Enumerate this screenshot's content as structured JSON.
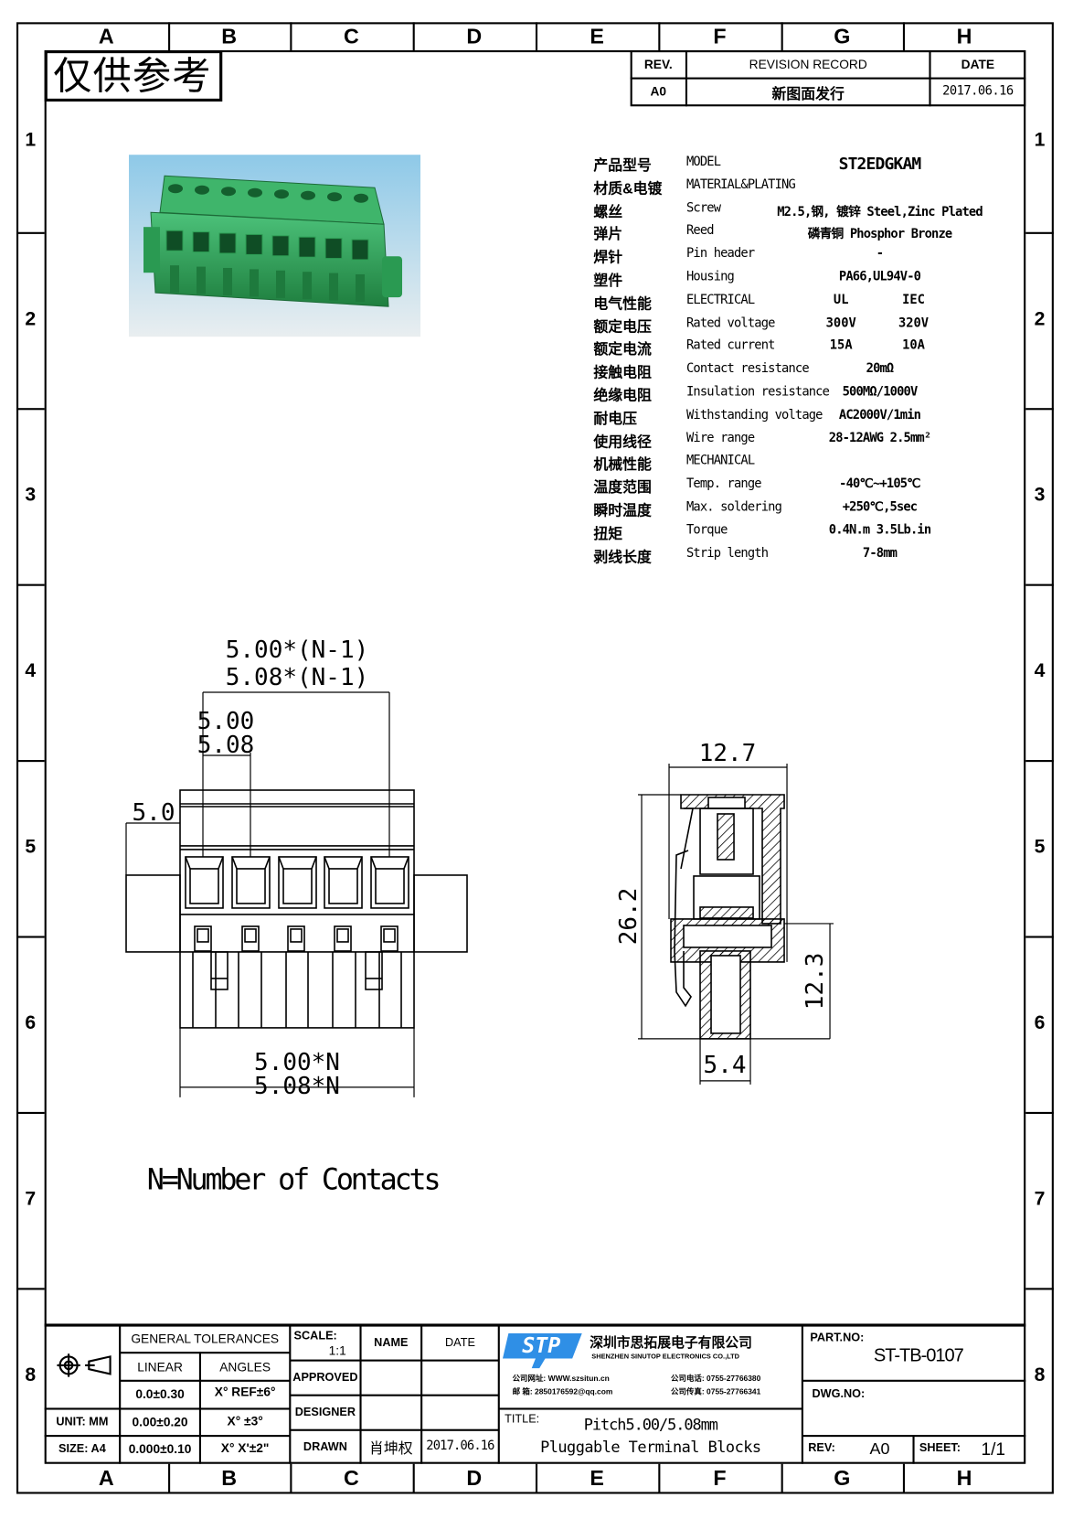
{
  "border": {
    "columns": [
      "A",
      "B",
      "C",
      "D",
      "E",
      "F",
      "G",
      "H"
    ],
    "rows": [
      "1",
      "2",
      "3",
      "4",
      "5",
      "6",
      "7",
      "8"
    ]
  },
  "stamp": "仅供参考",
  "revision": {
    "headers": {
      "rev": "REV.",
      "record": "REVISION RECORD",
      "date": "DATE"
    },
    "entry": {
      "rev": "A0",
      "record": "新图面发行",
      "date": "2017.06.16"
    }
  },
  "specs": [
    {
      "cn": "产品型号",
      "en": "MODEL",
      "val": "ST2EDGKAM"
    },
    {
      "cn": "材质&电镀",
      "en": "MATERIAL&PLATING"
    },
    {
      "cn": "螺丝",
      "en": "Screw",
      "val": "M2.5,钢, 镀锌 Steel,Zinc Plated"
    },
    {
      "cn": "弹片",
      "en": "Reed",
      "val": "磷青铜 Phosphor Bronze"
    },
    {
      "cn": "焊针",
      "en": "Pin header",
      "val": "-"
    },
    {
      "cn": "塑件",
      "en": "Housing",
      "val": "PA66,UL94V-0"
    },
    {
      "cn": "电气性能",
      "en": "ELECTRICAL",
      "ul": "UL",
      "iec": "IEC"
    },
    {
      "cn": "额定电压",
      "en": "Rated voltage",
      "ul": "300V",
      "iec": "320V"
    },
    {
      "cn": "额定电流",
      "en": "Rated current",
      "ul": "15A",
      "iec": "10A"
    },
    {
      "cn": "接触电阻",
      "en": "Contact resistance",
      "val": "20mΩ"
    },
    {
      "cn": "绝缘电阻",
      "en": "Insulation resistance",
      "val": "500MΩ/1000V"
    },
    {
      "cn": "耐电压",
      "en": "Withstanding voltage",
      "val": "AC2000V/1min"
    },
    {
      "cn": "使用线径",
      "en": "Wire range",
      "val": "28-12AWG 2.5mm²"
    },
    {
      "cn": "机械性能",
      "en": "MECHANICAL"
    },
    {
      "cn": "温度范围",
      "en": "Temp. range",
      "val": "-40℃~+105℃"
    },
    {
      "cn": "瞬时温度",
      "en": "Max. soldering",
      "val": "+250℃,5sec"
    },
    {
      "cn": "扭矩",
      "en": "Torque",
      "val": "0.4N.m 3.5Lb.in"
    },
    {
      "cn": "剥线长度",
      "en": "Strip length",
      "val": "7-8mm"
    }
  ],
  "front_view": {
    "dim_total_pitch_1": "5.00*(N-1)",
    "dim_total_pitch_2": "5.08*(N-1)",
    "dim_pitch_1": "5.00",
    "dim_pitch_2": "5.08",
    "dim_flange": "5.0",
    "dim_width_1": "5.00*N",
    "dim_width_2": "5.08*N"
  },
  "side_view": {
    "dim_depth": "12.7",
    "dim_height": "26.2",
    "dim_lower": "12.3",
    "dim_pin": "5.4"
  },
  "note": "N=Number of Contacts",
  "title_block": {
    "general_tolerances": "GENERAL TOLERANCES",
    "linear": "LINEAR",
    "angles": "ANGLES",
    "tol_rows": [
      {
        "linear": "0.0±0.30",
        "angle": "X° REF±6°"
      },
      {
        "linear": "0.00±0.20",
        "angle": "X° ±3°"
      },
      {
        "linear": "0.000±0.10",
        "angle": "X° X'±2\""
      }
    ],
    "unit": "UNIT: MM",
    "size": "SIZE: A4",
    "scale_label": "SCALE:",
    "scale_value": "1:1",
    "name_header": "NAME",
    "date_header": "DATE",
    "approved": "APPROVED",
    "designer": "DESIGNER",
    "drawn": "DRAWN",
    "drawn_name": "肖坤权",
    "drawn_date": "2017.06.16",
    "company_cn": "深圳市思拓展电子有限公司",
    "company_en": "SHENZHEN SINUTOP ELECTRONICS CO.,LTD",
    "contact_web": "公司网址: WWW.szsitun.cn",
    "contact_mail": "邮    箱: 2850176592@qq.com",
    "contact_tel": "公司电话: 0755-27766380",
    "contact_fax": "公司传真: 0755-27766341",
    "logo_text": "STP",
    "title_label": "TITLE:",
    "title_line1": "Pitch5.00/5.08mm",
    "title_line2": "Pluggable Terminal Blocks",
    "part_no_label": "PART.NO:",
    "part_no": "ST-TB-0107",
    "dwg_no_label": "DWG.NO:",
    "rev_label": "REV:",
    "rev_value": "A0",
    "sheet_label": "SHEET:",
    "sheet_value": "1/1"
  },
  "colors": {
    "logo_blue": "#2f8fe6",
    "connector_green": "#2e9e55"
  }
}
